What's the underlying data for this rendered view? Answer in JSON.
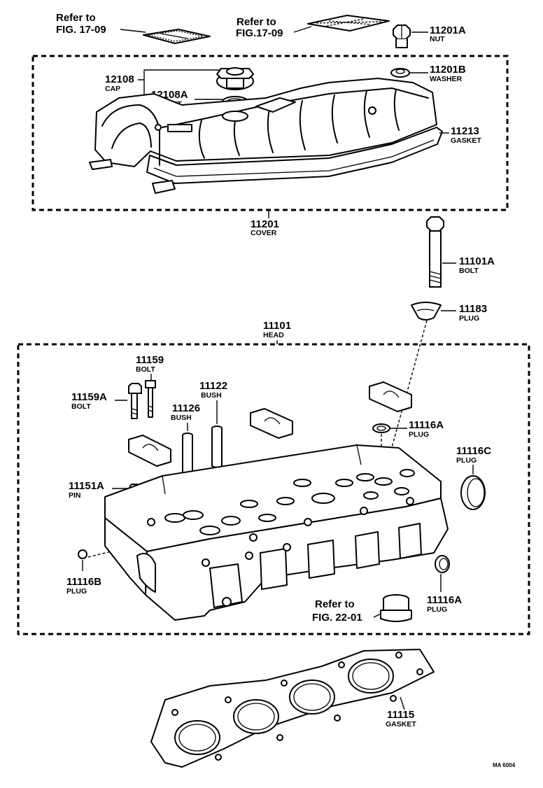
{
  "references": {
    "fig1709_a_line1": "Refer to",
    "fig1709_a_line2": "FIG. 17-09",
    "fig1709_b_line1": "Refer to",
    "fig1709_b_line2": "FIG.17-09",
    "fig2201_line1": "Refer to",
    "fig2201_line2": "FIG. 22-01"
  },
  "cover_group": {
    "part_no": "11201",
    "name": "COVER"
  },
  "head_group": {
    "part_no": "11101",
    "name": "HEAD"
  },
  "parts": {
    "p11201A": {
      "no": "11201A",
      "name": "NUT"
    },
    "p11201B": {
      "no": "11201B",
      "name": "WASHER"
    },
    "p12108": {
      "no": "12108",
      "name": "CAP"
    },
    "p12108A": {
      "no": "12108A",
      "name": "GASKET"
    },
    "p11213": {
      "no": "11213",
      "name": "GASKET"
    },
    "p11101A": {
      "no": "11101A",
      "name": "BOLT"
    },
    "p11183": {
      "no": "11183",
      "name": "PLUG"
    },
    "p11159": {
      "no": "11159",
      "name": "BOLT"
    },
    "p11159A": {
      "no": "11159A",
      "name": "BOLT"
    },
    "p11122": {
      "no": "11122",
      "name": "BUSH"
    },
    "p11126": {
      "no": "11126",
      "name": "BUSH"
    },
    "p11116A_top": {
      "no": "11116A",
      "name": "PLUG"
    },
    "p11116C": {
      "no": "11116C",
      "name": "PLUG"
    },
    "p11151A": {
      "no": "11151A",
      "name": "PIN"
    },
    "p11116B": {
      "no": "11116B",
      "name": "PLUG"
    },
    "p11116A_bottom": {
      "no": "11116A",
      "name": "PLUG"
    },
    "p11115": {
      "no": "11115",
      "name": "GASKET"
    }
  },
  "drawing_code": "MA 6004"
}
